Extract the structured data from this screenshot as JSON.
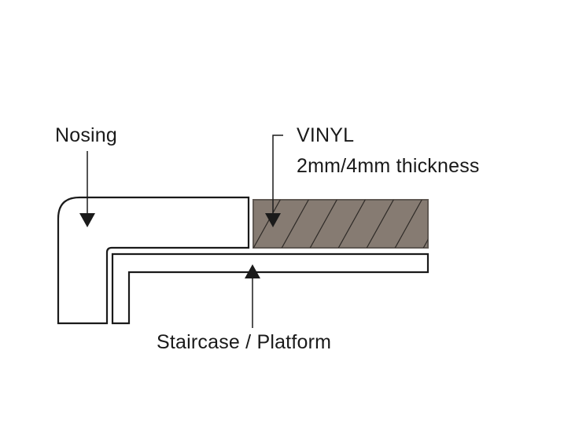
{
  "labels": {
    "nosing": "Nosing",
    "vinyl": "VINYL",
    "vinyl_thickness": "2mm/4mm thickness",
    "staircase": "Staircase / Platform"
  },
  "colors": {
    "outline": "#1a1a1a",
    "vinyl_fill": "#867b72",
    "vinyl_hatch": "#2e2a27",
    "background": "#ffffff"
  }
}
